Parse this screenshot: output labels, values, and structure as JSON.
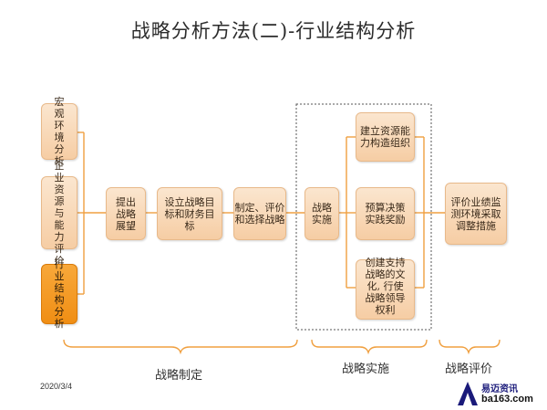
{
  "title": "战略分析方法(二)-行业结构分析",
  "boxes": {
    "macro": "宏观环境分析",
    "enterprise": "企业资源与能力评价",
    "industry": "行业结构分析",
    "outlook": "提出战略展望",
    "targets": "设立战略目标和财务目标",
    "select": "制定、评价和选择战略",
    "implement": "战略实施",
    "resources": "建立资源能力构造组织",
    "budget": "预算决策实践奖励",
    "culture": "创建支持战略的文化, 行使战略领导权利",
    "evaluate": "评价业绩监测环境采取调整措施"
  },
  "phases": {
    "formulate": "战略制定",
    "implement": "战略实施",
    "evaluate": "战略评价"
  },
  "date": "2020/3/4",
  "logo": {
    "cn": "易迈资讯",
    "url": "ba163.com"
  }
}
